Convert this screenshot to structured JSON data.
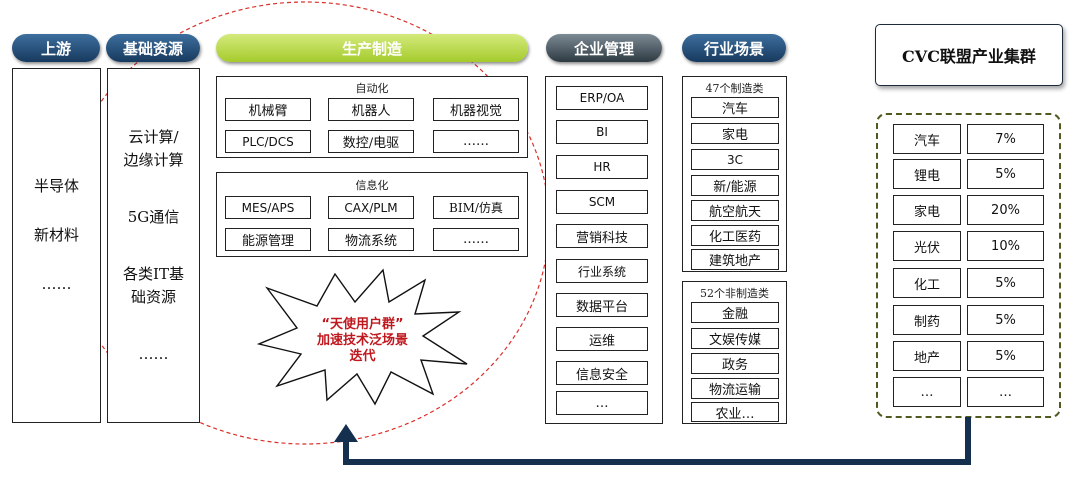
{
  "headers": {
    "upstream": "上游",
    "infra": "基础资源",
    "production": "生产制造",
    "enterprise": "企业管理",
    "industry": "行业场景",
    "cvc_title": "CVC联盟产业集群"
  },
  "upstream_items": [
    "半导体",
    "新材料",
    "……"
  ],
  "infra_items": [
    "云计算/\n边缘计算",
    "5G通信",
    "各类IT基\n础资源",
    "……"
  ],
  "automation": {
    "title": "自动化",
    "items": [
      "机械臂",
      "机器人",
      "机器视觉",
      "PLC/DCS",
      "数控/电驱",
      "……"
    ]
  },
  "informatization": {
    "title": "信息化",
    "items": [
      "MES/APS",
      "CAX/PLM",
      "BIM/仿真",
      "能源管理",
      "物流系统",
      "……"
    ]
  },
  "starburst_text": "“天使用户群”\n加速技术泛场景\n迭代",
  "enterprise_items": [
    "ERP/OA",
    "BI",
    "HR",
    "SCM",
    "营销科技",
    "行业系统",
    "数据平台",
    "运维",
    "信息安全",
    "…"
  ],
  "manufacturing": {
    "title": "47个制造类",
    "items": [
      "汽车",
      "家电",
      "3C",
      "新/能源",
      "航空航天",
      "化工医药",
      "建筑地产"
    ]
  },
  "non_manufacturing": {
    "title": "52个非制造类",
    "items": [
      "金融",
      "文娱传媒",
      "政务",
      "物流运输",
      "农业…"
    ]
  },
  "cluster_rows": [
    {
      "name": "汽车",
      "pct": "7%"
    },
    {
      "name": "锂电",
      "pct": "5%"
    },
    {
      "name": "家电",
      "pct": "20%"
    },
    {
      "name": "光伏",
      "pct": "10%"
    },
    {
      "name": "化工",
      "pct": "5%"
    },
    {
      "name": "制药",
      "pct": "5%"
    },
    {
      "name": "地产",
      "pct": "5%"
    },
    {
      "name": "…",
      "pct": "…"
    }
  ],
  "colors": {
    "header_blue": "#1f4a75",
    "header_dark": "#3b464e",
    "header_green": "#a8cc33",
    "dashed_red": "#d9302a",
    "cluster_border": "#4f5a20",
    "arrow": "#15304f"
  }
}
